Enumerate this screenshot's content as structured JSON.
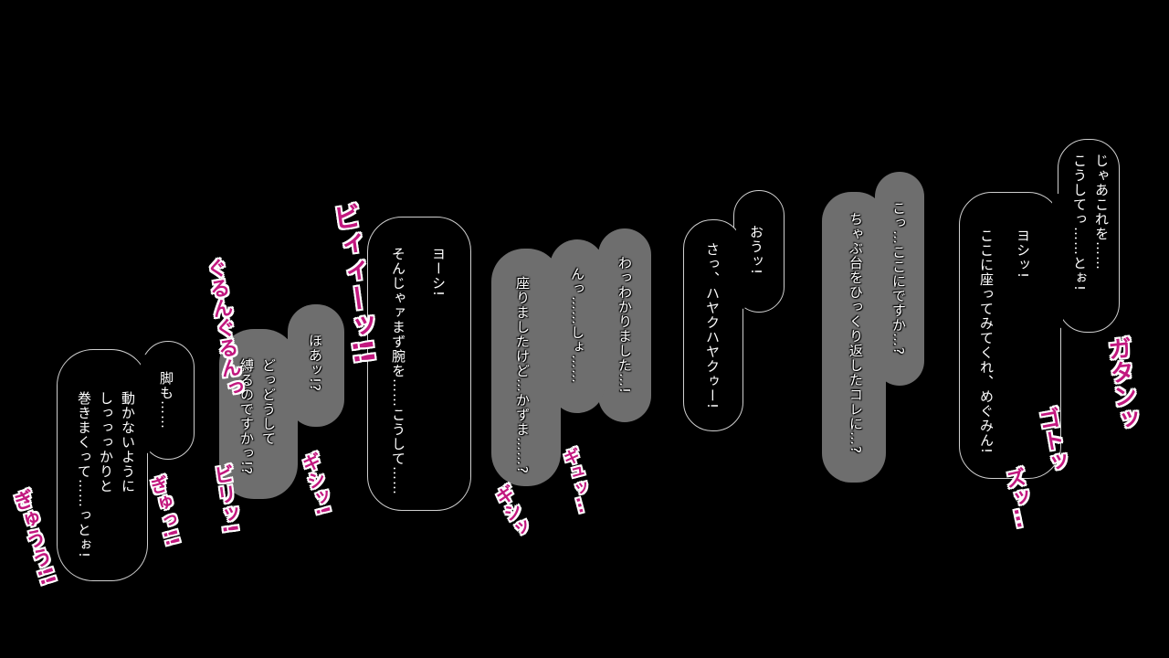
{
  "bubbles": {
    "b1": {
      "lines": [
        "じゃあこれを……",
        "こうしてっ……とぉ!"
      ]
    },
    "b2": {
      "lines": [
        "ヨシッ!",
        "ここに座ってみてくれ、めぐみん!"
      ]
    },
    "b3": {
      "lines": [
        "こっ…ここにですか…?"
      ]
    },
    "b4": {
      "lines": [
        "ちゃぶ台をひっくり返したコレに…?"
      ]
    },
    "b5": {
      "lines": [
        "おうッ!"
      ]
    },
    "b6": {
      "lines": [
        "さっ、ハヤクハヤクゥー!"
      ]
    },
    "b7": {
      "lines": [
        "わっわかりました…!"
      ]
    },
    "b8": {
      "lines": [
        "んっ……しょ……"
      ]
    },
    "b9": {
      "lines": [
        "座りましたけど…かずま……?"
      ]
    },
    "b10": {
      "lines": [
        "ヨーシ!",
        "そんじゃァまず腕を……こうして……"
      ]
    },
    "b11": {
      "lines": [
        "ほあッ!?"
      ]
    },
    "b12": {
      "lines": [
        "どっどうして",
        "縛るのですかっ!?"
      ]
    },
    "b13": {
      "lines": [
        "脚も……"
      ]
    },
    "b14": {
      "lines": [
        "動かないように",
        "しっっっかりと",
        "巻きまくって……っとぉ!"
      ]
    }
  },
  "sfx": {
    "gatan": "ガタンッ",
    "goto": "ゴトッ",
    "zu": "ズッ…",
    "gyu1": "ギュッ…",
    "gishi1": "ギシッ",
    "biii": "ビィィーッ!!",
    "guru": "ぐるんぐるんっ",
    "gishi2": "ギシッ!",
    "biri": "ビリッ!",
    "gyu2": "ぎゅっ!!",
    "gyuu": "ぎゅうう!!"
  },
  "colors": {
    "sfx": "#c2187f",
    "gray_bubble": "#6e6e6e",
    "background": "#000000"
  }
}
